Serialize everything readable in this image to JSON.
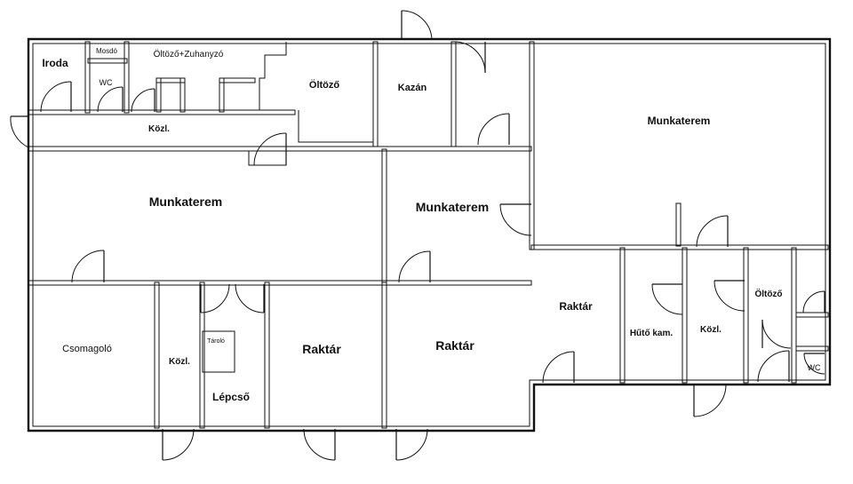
{
  "plan": {
    "rooms": {
      "iroda": "Iroda",
      "mosdo": "Mosdó",
      "wc_top": "WC",
      "oltozo_zuhanyzo": "Öltöző+Zuhanyzó",
      "oltozo_top": "Öltöző",
      "kazan": "Kazán",
      "kozl_corridor": "Közl.",
      "munkaterem_right": "Munkaterem",
      "munkaterem_left": "Munkaterem",
      "munkaterem_center": "Munkaterem",
      "csomagolo": "Csomagoló",
      "kozl_small": "Közl.",
      "tarolo": "Tároló",
      "lepcso": "Lépcső",
      "raktar_1": "Raktár",
      "raktar_2": "Raktár",
      "raktar_3": "Raktár",
      "huto_kam": "Hűtő kam.",
      "kozl_right": "Közl.",
      "oltozo_right": "Öltöző",
      "wc_right": "WC"
    }
  }
}
